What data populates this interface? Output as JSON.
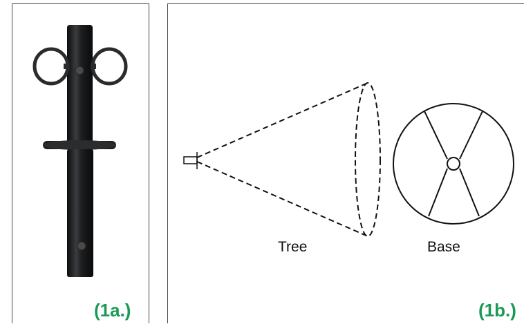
{
  "panels": {
    "a": {
      "label": "(1a.)"
    },
    "b": {
      "label": "(1b.)",
      "tree_label": "Tree",
      "base_label": "Base"
    }
  },
  "colors": {
    "label_green": "#1a9a54",
    "tool_dark": "#1c1d1f",
    "line": "#111111"
  }
}
